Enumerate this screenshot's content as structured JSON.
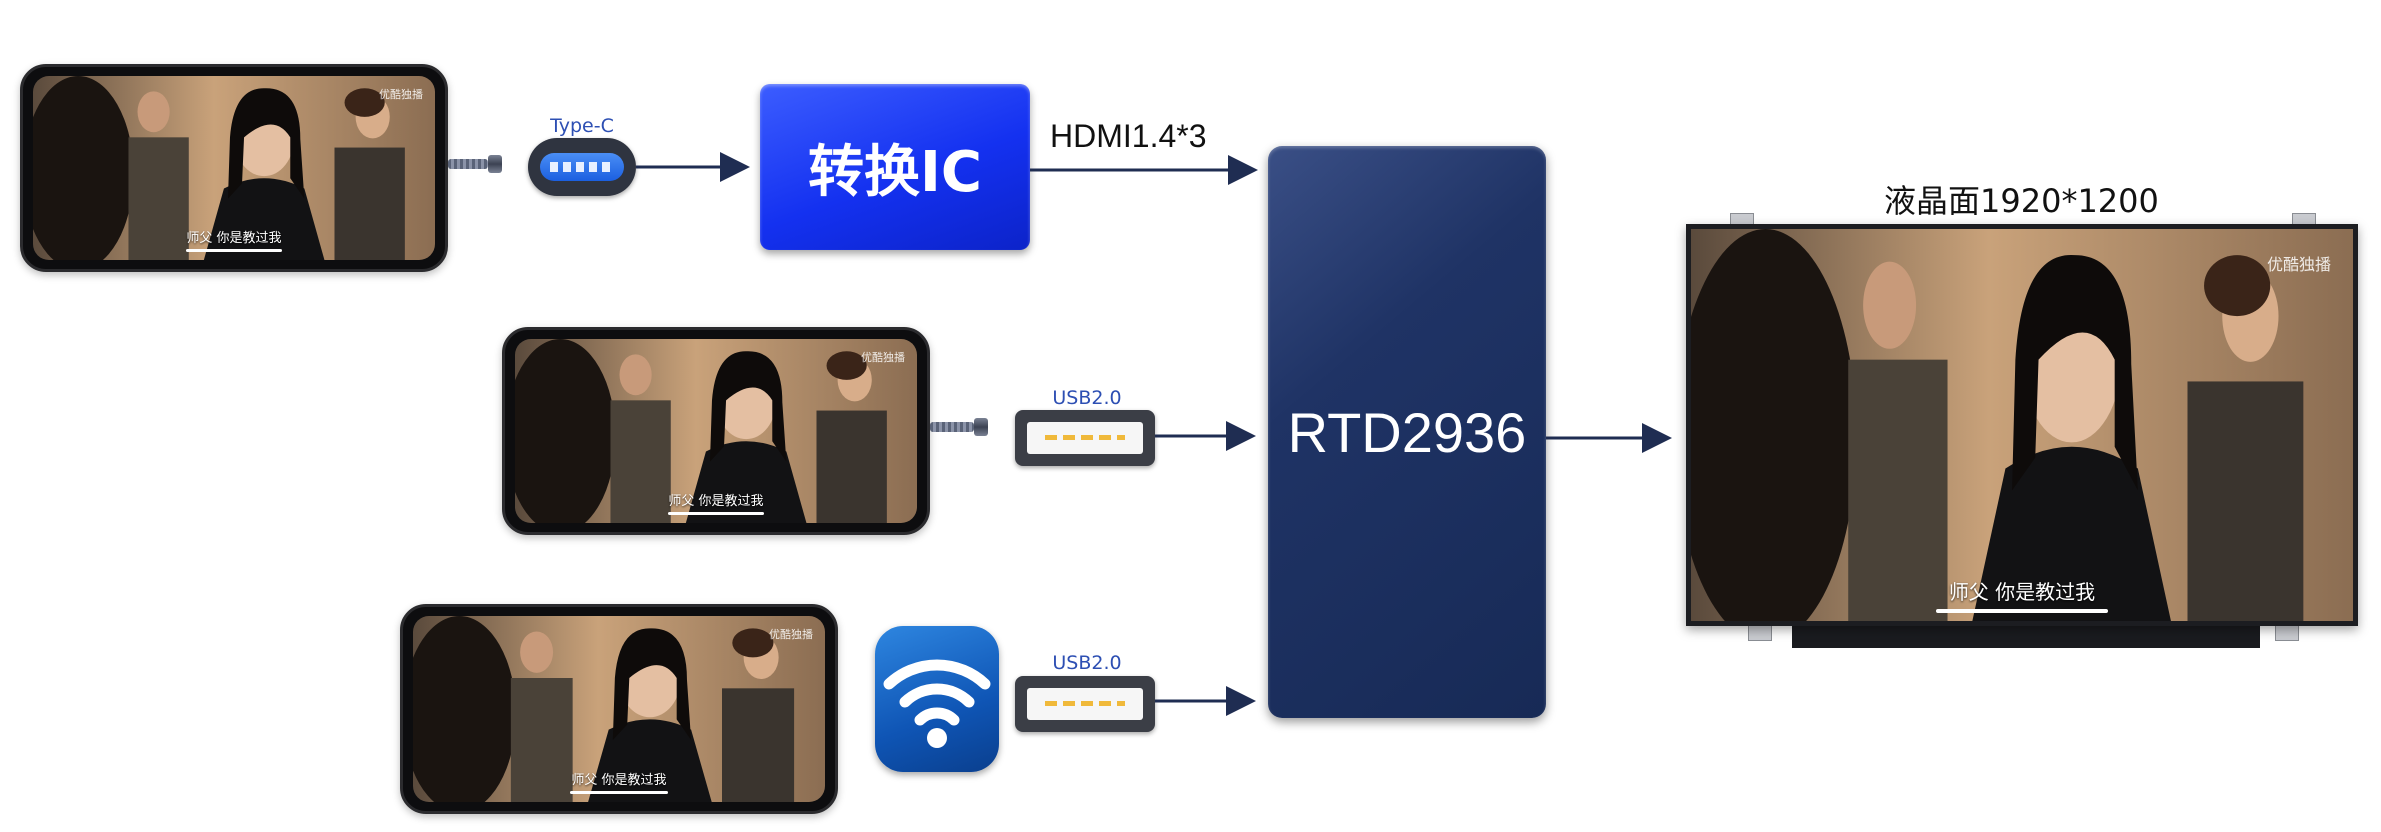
{
  "colors": {
    "arrow": "#1f2d52",
    "convert_ic": "#1431f0",
    "rtd": "#172a56",
    "port_label": "#2d4fb3",
    "wifi": "#0f55b5"
  },
  "labels": {
    "typec": "Type-C",
    "usb_1": "USB2.0",
    "usb_2": "USB2.0",
    "hdmi": "HDMI1.4*3",
    "panel": "液晶面1920*1200"
  },
  "blocks": {
    "convert_ic": "转换IC",
    "rtd": "RTD2936"
  },
  "video": {
    "subtitle": "师父 你是教过我",
    "watermark": "优酷独播"
  },
  "icons": [
    "type-c-port-icon",
    "usb-port-icon",
    "wifi-icon",
    "phone-icon",
    "lcd-panel-icon",
    "cable-icon",
    "arrow-icon"
  ]
}
